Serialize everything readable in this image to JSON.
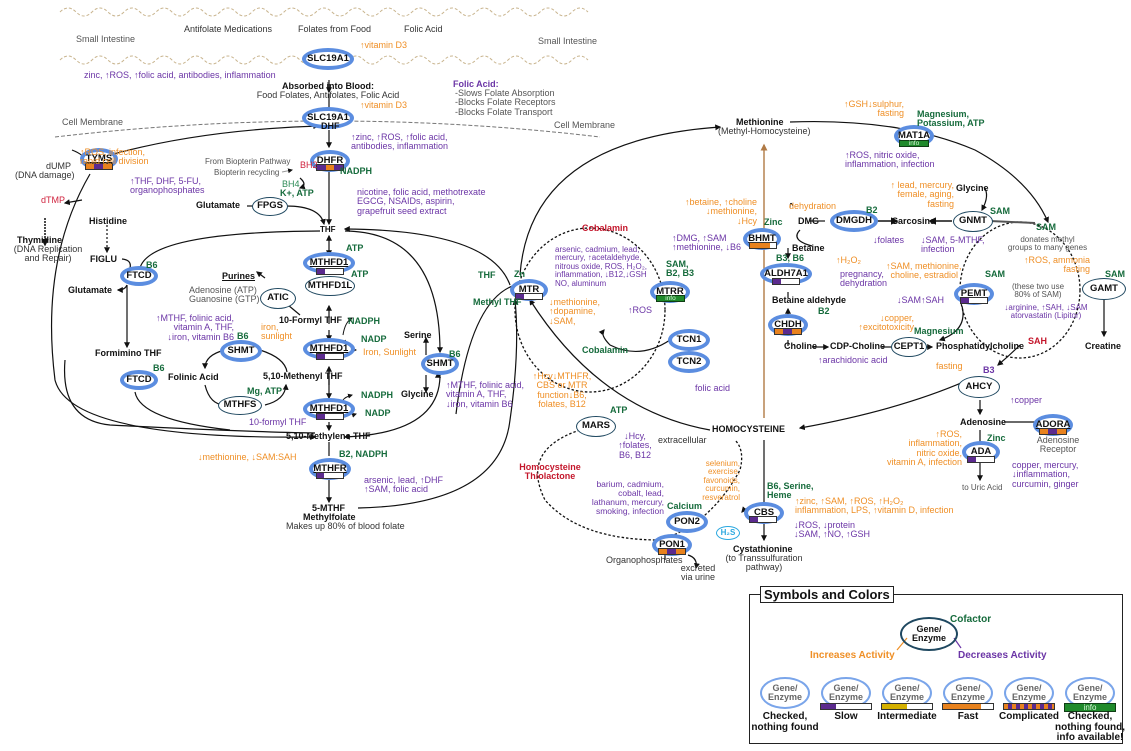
{
  "regions": {
    "small_intestine_left": "Small Intestine",
    "small_intestine_right": "Small Intestine",
    "cell_membrane_left": "Cell Membrane",
    "cell_membrane_right": "Cell Membrane",
    "extracellular": "extracellular"
  },
  "sources": {
    "antifolate": "Antifolate Medications",
    "food": "Folates from Food",
    "folic": "Folic Acid"
  },
  "absorbed": {
    "title": "Absorbed into Blood:",
    "text": "Food Folates, Antifolates, Folic Acid"
  },
  "folic_note": {
    "title": "Folic Acid:",
    "lines": "-Slows Folate Absorption\n-Blocks Folate Receptors\n-Blocks Folate Transport"
  },
  "genes": {
    "SLC19A1_a": "SLC19A1",
    "SLC19A1_b": "SLC19A1",
    "TYMS": "TYMS",
    "DHFR": "DHFR",
    "FPGS": "FPGS",
    "FTCD_a": "FTCD",
    "FTCD_b": "FTCD",
    "MTHFD1_a": "MTHFD1",
    "MTHFD1L": "MTHFD1L",
    "ATIC": "ATIC",
    "SHMT_a": "SHMT",
    "MTHFS": "MTHFS",
    "MTHFD1_b": "MTHFD1",
    "MTHFD1_c": "MTHFD1",
    "SHMT_b": "SHMT",
    "MTHFR": "MTHFR",
    "MTR": "MTR",
    "MTRR": "MTRR",
    "TCN1": "TCN1",
    "TCN2": "TCN2",
    "BHMT": "BHMT",
    "DMGDH": "DMGDH",
    "MAT1A": "MAT1A",
    "GNMT": "GNMT",
    "ALDH7A1": "ALDH7A1",
    "CHDH": "CHDH",
    "PEMT": "PEMT",
    "GAMT": "GAMT",
    "CEPT1": "CEPT1",
    "AHCY": "AHCY",
    "ADORA": "ADORA",
    "ADA": "ADA",
    "MARS": "MARS",
    "PON2": "PON2",
    "PON1": "PON1",
    "CBS": "CBS"
  },
  "metabolites": {
    "DHF": "DHF",
    "THF": "THF",
    "dUMP": "dUMP",
    "dna_damage": "(DNA damage)",
    "dTMP": "dTMP",
    "thymidine": "Thymidine",
    "thymidine_note": "(DNA Replication\nand Repair)",
    "histidine": "Histidine",
    "figlu": "FIGLU",
    "glutamate_left": "Glutamate",
    "glutamate_fpgs": "Glutamate",
    "formimino": "Formimino THF",
    "purines": "Purines",
    "adenosine_atp": "Adenosine (ATP)\nGuanosine (GTP)",
    "formyl10": "10-Formyl THF",
    "folinic": "Folinic Acid",
    "methenyl": "5,10-Methenyl THF",
    "methylene": "5,10-Methylene THF",
    "mthf5": "5-MTHF",
    "methylfolate": "Methylfolate",
    "methylfolate_note": "Makes up 80% of blood folate",
    "serine": "Serine",
    "glycine_left": "Glycine",
    "from_biopterin": "From Biopterin Pathway",
    "biopterin_recycling": "Biopterin recycling",
    "BH2": "BH2",
    "BH4": "BH4",
    "thf_mtr": "THF",
    "methyl_thf": "Methyl THF",
    "cobalamin_top": "Cobalamin",
    "cobalamin_bottom": "Cobalamin",
    "methionine": "Methionine",
    "methionine_note": "(Methyl-Homocysteine)",
    "dmg": "DMG",
    "sarcosine": "Sarcosine",
    "glycine_right": "Glycine",
    "sam_main": "SAM",
    "sam_note": "donates methyl\ngroups to many genes",
    "sam_two": "(these two use\n80% of SAM)",
    "betaine": "Betaine",
    "betaine_aldehyde": "Betaine aldehyde",
    "choline": "Choline",
    "cdp_choline": "CDP-Choline",
    "phosphatidylcholine": "Phosphatidylcholine",
    "sah": "SAH",
    "creatine": "Creatine",
    "adenosine": "Adenosine",
    "adenosine_receptor": "Adenosine\nReceptor",
    "uric": "to Uric Acid",
    "homocysteine": "HOMOCYSTEINE",
    "hcy_thiolactone": "Homocysteine\nThiolactone",
    "organophosphates": "Organophosphates",
    "excreted": "excreted\nvia urine",
    "h2s": "H₂S",
    "cystathionine": "Cystathionine",
    "cystathionine_note": "(to Transsulfuration\npathway)"
  },
  "cofactors": {
    "nadph_dhfr": "NADPH",
    "k_atp": "K+, ATP",
    "b6_ftcd_a": "B6",
    "b6_ftcd_b": "B6",
    "atp_mthfd1": "ATP",
    "atp_mthfd1l": "ATP",
    "b6_shmt_a": "B6",
    "mg_atp": "Mg, ATP",
    "nadph_1": "NADPH",
    "nadp_1": "NADP",
    "nadph_2": "NADPH",
    "nadp_2": "NADP",
    "b6_shmt_b": "B6",
    "b2_nadph": "B2, NADPH",
    "zn_mtr": "Zn",
    "sam_b2_b3": "SAM,\nB2, B3",
    "zinc_bhmt": "Zinc",
    "b2_dmgdh": "B2",
    "mg_k_atp": "Magnesium,\nPotassium, ATP",
    "sam_gnmt": "SAM",
    "b3_b6": "B3, B6",
    "b2_chdh": "B2",
    "sam_pemt": "SAM",
    "sam_gamt": "SAM",
    "magnesium": "Magnesium",
    "b3_ahcy": "B3",
    "zinc_ada": "Zinc",
    "atp_mars": "ATP",
    "calcium": "Calcium",
    "b6_serine_heme": "B6, Serine,\nHeme"
  },
  "increases": {
    "slc_a": "↑vitamin D3",
    "slc_b": "↑vitamin D3",
    "tyms": "↑ROS, infection,\nrapid cell division",
    "shmt_a": "iron,\nsunlight",
    "shmt_b": "Iron, Sunlight",
    "mthfr": "↓methionine, ↓SAM:SAH",
    "mtr": "↓methionine,\n↑dopamine,\n↓SAM,",
    "mars": "↑Hcy↓MTHFR,\nCBS or MTR\nfunction↓B6,\nfolates, B12",
    "bhmt": "↑betaine, ↑choline\n↓methionine,\n↓Hcy",
    "dmgdh": "dehydration",
    "mat1a": "↑GSH↓sulphur,\nfasting",
    "gnmt": "↑ lead, mercury,\nfemale, aging,\nfasting",
    "aldh": "↑H₂O₂",
    "pemt": "↑SAM, methionine,\ncholine, estradiol",
    "gamt": "↑ROS, ammonia\nfasting",
    "cept1": "↓copper,\n↑excitotoxicity",
    "ahcy": "fasting",
    "ada": "↑ROS,\ninflammation,\nnitric oxide,\nvitamin A, infection",
    "pon2": "selenium,\nexercise,\nfavonoids,\ncurcumin,\nresveratrol",
    "cbs": "↑zinc, ↑SAM, ↑ROS, ↑H₂O₂\ninflammation, LPS, ↑vitamin D, infection"
  },
  "decreases": {
    "slc_a": "zinc, ↑ROS, ↑folic acid, antibodies, inflammation",
    "slc_b": "↑zinc, ↑ROS, ↑folic acid,\nantibodies, inflammation",
    "tyms": "↑THF, DHF, 5-FU,\norganophosphates",
    "dhfr": "nicotine, folic acid, methotrexate\nEGCG, NSAIDs, aspirin,\ngrapefruit seed extract",
    "shmt_a": "↑MTHF, folinic acid,\nvitamin A, THF,\n↓iron, vitamin B6",
    "mthfs": "10-formyl THF",
    "shmt_b": "↑MTHF, folinic acid,\nvitamin A, THF,\n↓iron, vitamin B6",
    "mthfr": "arsenic, lead, ↑DHF\n↑SAM, folic acid",
    "mtr": "arsenic, cadmium, lead,\nmercury, ↑acetaldehyde,\nnitrous oxide, ROS, H₂O₂,\ninflammation, ↓B12,↓GSH\nNO, aluminum",
    "mtrr": "↑ROS",
    "tcn2": "folic acid",
    "bhmt": "↑DMG, ↑SAM\n↑methionine, ↓B6",
    "mat1a": "↑ROS, nitric oxide,\ninflammation, infection",
    "dmgdh": "↓folates",
    "gnmt": "↓SAM, 5-MTHF,\ninfection",
    "aldh": "pregnancy,\ndehydration",
    "pemt": "↓SAM↑SAH",
    "gamt": "↓arginine, ↑SAH, ↓SAM\natorvastatin (Lipitor)",
    "cept1": "↑arachidonic acid",
    "ahcy": "↑copper",
    "ada": "copper, mercury,\n↓inflammation,\ncurcumin, ginger",
    "mars": "↓Hcy,\n↑folates,\nB6, B12",
    "pon2": "barium, cadmium,\ncobalt, lead,\nlathanum, mercury,\nsmoking, infection",
    "cbs": "↓ROS, ↓protein\n↓SAM, ↑NO, ↑GSH"
  },
  "gene_status": {
    "TYMS": "complicated",
    "DHFR": "complicated",
    "MTHFD1_a": "slow",
    "MTHFD1_b": "slow",
    "MTHFD1_c": "slow",
    "MTHFR": "slow",
    "MTR": "slow",
    "MTRR": "info",
    "MAT1A": "info",
    "BHMT": "fast",
    "ALDH7A1": "slow",
    "CHDH": "complicated",
    "PEMT": "slow",
    "ADORA": "complicated",
    "ADA": "slow",
    "PON1": "complicated",
    "CBS": "slow"
  },
  "info_label": "info",
  "colors": {
    "checked_ring": "#5b8de0",
    "plain_ring": "#1f4860",
    "increase": "#ef8f26",
    "decrease": "#6b35a6",
    "cofactor": "#166b3c",
    "slow": "#5b2a8e",
    "intermediate": "#d4b000",
    "fast": "#e8821e",
    "info": "#1f8a2b",
    "red_metabolite": "#d0233e"
  },
  "legend": {
    "title": "Symbols and Colors",
    "gene": "Gene/\nEnzyme",
    "cofactor": "Cofactor",
    "increases": "Increases Activity",
    "decreases": "Decreases Activity",
    "items": [
      {
        "label": "Checked,\nnothing found",
        "type": "none"
      },
      {
        "label": "Slow",
        "type": "slow"
      },
      {
        "label": "Intermediate",
        "type": "intermediate"
      },
      {
        "label": "Fast",
        "type": "fast"
      },
      {
        "label": "Complicated",
        "type": "complicated"
      },
      {
        "label": "Checked,\nnothing found,\ninfo available!",
        "type": "info"
      }
    ]
  }
}
